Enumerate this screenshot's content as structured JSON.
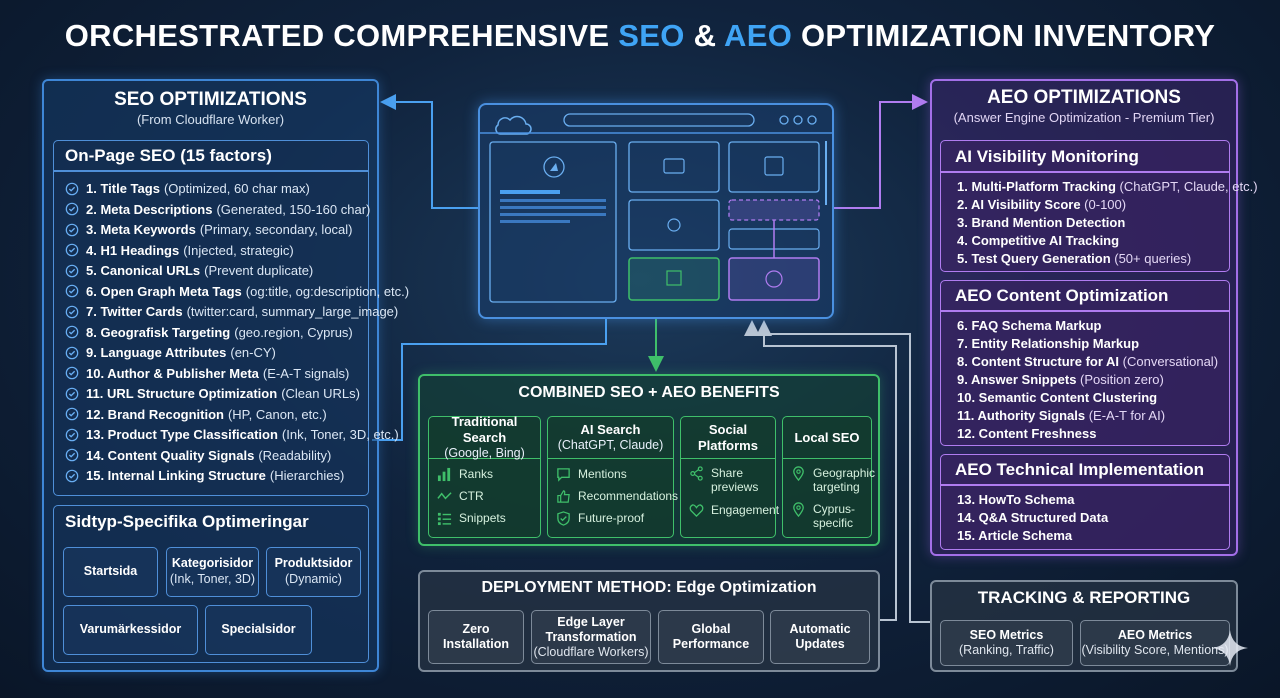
{
  "title": {
    "part1": "ORCHESTRATED COMPREHENSIVE ",
    "seo": "SEO",
    "amp": " & ",
    "aeo": "AEO",
    "part2": " OPTIMIZATION INVENTORY"
  },
  "seo_panel": {
    "title": "SEO OPTIMIZATIONS",
    "subtitle": "(From Cloudflare Worker)",
    "onpage": {
      "title": "On-Page SEO (15 factors)",
      "items": [
        {
          "name": "1. Title Tags",
          "detail": "(Optimized, 60 char max)"
        },
        {
          "name": "2. Meta Descriptions",
          "detail": "(Generated, 150-160 char)"
        },
        {
          "name": "3. Meta Keywords",
          "detail": "(Primary, secondary, local)"
        },
        {
          "name": "4. H1 Headings",
          "detail": "(Injected, strategic)"
        },
        {
          "name": "5. Canonical URLs",
          "detail": "(Prevent duplicate)"
        },
        {
          "name": "6. Open Graph Meta Tags",
          "detail": "(og:title, og:description, etc.)"
        },
        {
          "name": "7. Twitter Cards",
          "detail": "(twitter:card, summary_large_image)"
        },
        {
          "name": "8. Geografisk Targeting",
          "detail": "(geo.region, Cyprus)"
        },
        {
          "name": "9. Language Attributes",
          "detail": "(en-CY)"
        },
        {
          "name": "10. Author & Publisher Meta",
          "detail": "(E-A-T signals)"
        },
        {
          "name": "11. URL Structure Optimization",
          "detail": "(Clean URLs)"
        },
        {
          "name": "12. Brand Recognition",
          "detail": "(HP, Canon, etc.)"
        },
        {
          "name": "13. Product Type Classification",
          "detail": "(Ink, Toner, 3D, etc.)"
        },
        {
          "name": "14. Content Quality Signals",
          "detail": "(Readability)"
        },
        {
          "name": "15. Internal Linking Structure",
          "detail": "(Hierarchies)"
        }
      ]
    },
    "sidtyp": {
      "title": "Sidtyp-Specifika Optimeringar",
      "pages": [
        {
          "name": "Startsida",
          "detail": ""
        },
        {
          "name": "Kategorisidor",
          "detail": "(Ink, Toner, 3D)"
        },
        {
          "name": "Produktsidor",
          "detail": "(Dynamic)"
        },
        {
          "name": "Varumärkessidor",
          "detail": ""
        },
        {
          "name": "Specialsidor",
          "detail": ""
        }
      ]
    }
  },
  "aeo_panel": {
    "title": "AEO OPTIMIZATIONS",
    "subtitle": "(Answer Engine Optimization - Premium Tier)",
    "visibility": {
      "title": "AI Visibility Monitoring",
      "items": [
        {
          "name": "1. Multi-Platform Tracking",
          "detail": " (ChatGPT, Claude, etc.)"
        },
        {
          "name": "2. AI Visibility Score",
          "detail": " (0-100)"
        },
        {
          "name": "3. Brand Mention Detection",
          "detail": ""
        },
        {
          "name": "4. Competitive AI Tracking",
          "detail": ""
        },
        {
          "name": "5. Test Query Generation",
          "detail": " (50+ queries)"
        }
      ]
    },
    "content": {
      "title": "AEO Content Optimization",
      "items": [
        {
          "name": "6. FAQ Schema Markup",
          "detail": ""
        },
        {
          "name": "7. Entity Relationship Markup",
          "detail": ""
        },
        {
          "name": "8. Content Structure for AI",
          "detail": " (Conversational)"
        },
        {
          "name": "9. Answer Snippets",
          "detail": " (Position zero)"
        },
        {
          "name": "10. Semantic Content Clustering",
          "detail": ""
        },
        {
          "name": "11. Authority Signals",
          "detail": " (E-A-T for AI)"
        },
        {
          "name": "12. Content Freshness",
          "detail": ""
        }
      ]
    },
    "technical": {
      "title": "AEO Technical Implementation",
      "items": [
        {
          "name": "13. HowTo Schema",
          "detail": ""
        },
        {
          "name": "14. Q&A Structured Data",
          "detail": ""
        },
        {
          "name": "15. Article Schema",
          "detail": ""
        }
      ]
    }
  },
  "benefits": {
    "title": "COMBINED SEO + AEO BENEFITS",
    "columns": [
      {
        "title": "Traditional Search",
        "subtitle": "(Google, Bing)",
        "items": [
          {
            "icon": "bar-chart-icon",
            "label": "Ranks"
          },
          {
            "icon": "trend-icon",
            "label": "CTR"
          },
          {
            "icon": "list-icon",
            "label": "Snippets"
          }
        ]
      },
      {
        "title": "AI Search",
        "subtitle": "(ChatGPT, Claude)",
        "items": [
          {
            "icon": "chat-icon",
            "label": "Mentions"
          },
          {
            "icon": "thumbs-up-icon",
            "label": "Recommendations"
          },
          {
            "icon": "shield-icon",
            "label": "Future-proof"
          }
        ]
      },
      {
        "title": "Social",
        "subtitle": "Platforms",
        "items": [
          {
            "icon": "share-icon",
            "label": "Share previews"
          },
          {
            "icon": "heart-icon",
            "label": "Engagement"
          }
        ]
      },
      {
        "title": "Local SEO",
        "subtitle": "",
        "items": [
          {
            "icon": "pin-icon",
            "label": "Geographic targeting"
          },
          {
            "icon": "pin-icon",
            "label": "Cyprus-specific"
          }
        ]
      }
    ]
  },
  "deployment": {
    "title": "DEPLOYMENT METHOD: Edge Optimization",
    "items": [
      {
        "title": "Zero",
        "line2": "Installation",
        "detail": ""
      },
      {
        "title": "Edge Layer",
        "line2": "Transformation",
        "detail": "(Cloudflare Workers)"
      },
      {
        "title": "Global",
        "line2": "Performance",
        "detail": ""
      },
      {
        "title": "Automatic",
        "line2": "Updates",
        "detail": ""
      }
    ]
  },
  "tracking": {
    "title": "TRACKING & REPORTING",
    "items": [
      {
        "title": "SEO Metrics",
        "detail": "(Ranking, Traffic)"
      },
      {
        "title": "AEO Metrics",
        "detail": "(Visibility Score, Mentions)"
      }
    ]
  },
  "colors": {
    "seo_blue": "#3e86d6",
    "aeo_purple": "#a36fe8",
    "benefit_green": "#3fbf6a",
    "neutral_gray": "#7d8a99",
    "title_accent": "#3fa4f5"
  }
}
